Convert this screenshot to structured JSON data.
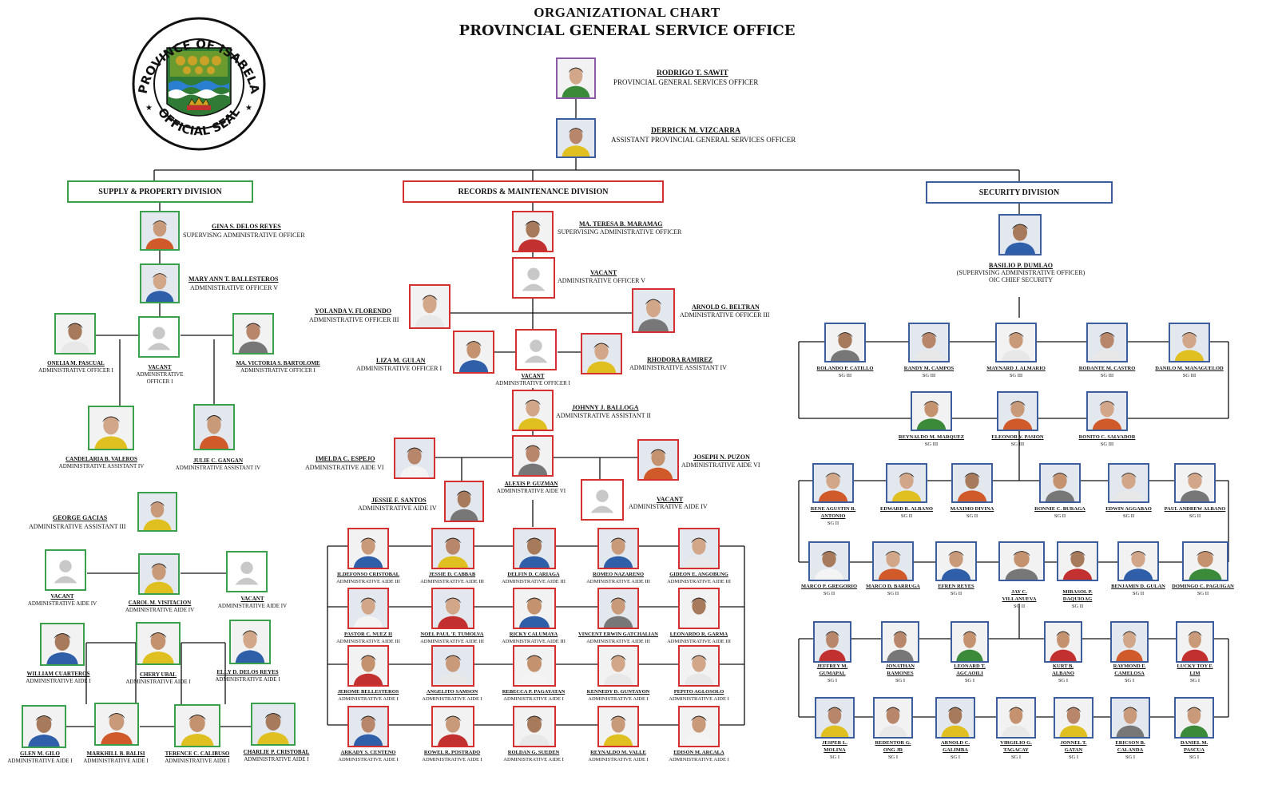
{
  "header": {
    "title": "ORGANIZATIONAL CHART",
    "subtitle": "PROVINCIAL GENERAL SERVICE OFFICE"
  },
  "seal": {
    "top_text": "PROVINCE OF ISABELA",
    "bottom_text": "OFFICIAL SEAL"
  },
  "colors": {
    "supply": "#3aa04c",
    "records": "#d43030",
    "security": "#3d5e9e",
    "head": "#8a5aa6"
  },
  "heads": [
    {
      "name": "RODRIGO T. SAWIT",
      "position": "PROVINCIAL GENERAL SERVICES OFFICER"
    },
    {
      "name": "DERRICK M. VIZCARRA",
      "position": "ASSISTANT PROVINCIAL GENERAL SERVICES OFFICER"
    }
  ],
  "divisions": {
    "supply": "SUPPLY & PROPERTY DIVISION",
    "records": "RECORDS & MAINTENANCE DIVISION",
    "security": "SECURITY DIVISION"
  },
  "supply": {
    "chief": {
      "name": "GINA S. DELOS REYES",
      "position": "SUPERVISNG ADMINISTRATIVE OFFICER"
    },
    "ao5": {
      "name": "MARY ANN T. BALLESTEROS",
      "position": "ADMINISTRATIVE OFFICER V"
    },
    "ao1_left": {
      "name": "ONELIA M. PASCUAL",
      "position": "ADMINISTRATIVE OFFICER I"
    },
    "vacant_ao1": {
      "name": "VACANT",
      "position_l1": "ADMINISTRATIVE",
      "position_l2": "OFFICER I"
    },
    "ao1_right": {
      "name": "MA. VICTORIA S. BARTOLOME",
      "position": "ADMINISTRATIVE OFFICER I"
    },
    "aa4_left": {
      "name": "CANDELARIA B. VALEROS",
      "position": "ADMINISTRATIVE ASSISTANT IV"
    },
    "aa4_right": {
      "name": "JULIE C. GANGAN",
      "position": "ADMINISTRATIVE ASSISTANT IV"
    },
    "aa3": {
      "name": "GEORGE GACIAS",
      "position": "ADMINISTRATIVE ASSISTANT III"
    },
    "aide4": [
      {
        "name": "VACANT",
        "position": "ADMINISTRATIVE AIDE IV"
      },
      {
        "name": "CAROL M. VISITACION",
        "position": "ADMINISTRATIVE AIDE IV"
      },
      {
        "name": "VACANT",
        "position": "ADMINISTRATIVE AIDE IV"
      }
    ],
    "aide1_row1": [
      {
        "name": "WILLIAM CUARTEROS",
        "position": "ADMINISTRATIVE AIDE I"
      },
      {
        "name": "CHERY UBAL",
        "position": "ADMINISTRATIVE AIDE I"
      },
      {
        "name": "ELLY D. DELOS REYES",
        "position": "ADMINISTRATIVE AIDE I"
      }
    ],
    "aide1_row2": [
      {
        "name": "GLEN M. GILO",
        "position": "ADMINISTRATIVE AIDE I"
      },
      {
        "name": "MARKHILL B. BALISI",
        "position": "ADMINISTRATIVE AIDE I"
      },
      {
        "name": "TERENCE C. CALIBUSO",
        "position": "ADMINISTRATIVE AIDE I"
      },
      {
        "name": "CHARLIE P. CRISTOBAL",
        "position": "ADMINISTRATIVE AIDE I"
      }
    ]
  },
  "records": {
    "chief": {
      "name": "MA. TERESA B. MARAMAG",
      "position": "SUPERVISING ADMINISTRATIVE OFFICER"
    },
    "ao5": {
      "name": "VACANT",
      "position": "ADMINISTRATIVE OFFICER V"
    },
    "ao3_left": {
      "name": "YOLANDA V. FLORENDO",
      "position": "ADMINISTRATIVE OFFICER III"
    },
    "ao3_right": {
      "name": "ARNOLD G. BELTRAN",
      "position": "ADMINISTRATIVE OFFICER III"
    },
    "ao1_left": {
      "name": "LIZA M. GULAN",
      "position": "ADMINISTRATIVE OFFICER I"
    },
    "vacant_ao1": {
      "name": "VACANT",
      "position": "ADMINISTRATIVE OFFICER I"
    },
    "aa4": {
      "name": "RHODORA RAMIREZ",
      "position": "ADMINISTRATIVE ASSISTANT IV"
    },
    "aa2": {
      "name": "JOHNNY J. BALLOGA",
      "position": "ADMINISTRATIVE ASSISTANT II"
    },
    "aide6_left": {
      "name": "IMELDA C. ESPEJO",
      "position": "ADMINISTRATIVE AIDE VI"
    },
    "aide6_center": {
      "name": "ALEXIS P. GUZMAN",
      "position": "ADMINISTRATIVE AIDE VI"
    },
    "aide6_right": {
      "name": "JOSEPH N. PUZON",
      "position": "ADMINISTRATIVE AIDE VI"
    },
    "aide4_left": {
      "name": "JESSIE F. SANTOS",
      "position": "ADMINISTRATIVE AIDE IV"
    },
    "aide4_right": {
      "name": "VACANT",
      "position": "ADMINISTRATIVE AIDE IV"
    },
    "grid": [
      [
        {
          "name": "ILDEFONSO CRISTOBAL",
          "position": "ADMINISTRATIVE AIDE III"
        },
        {
          "name": "JESSIE D. CABBAB",
          "position": "ADMINISTRATIVE AIDE III"
        },
        {
          "name": "DELFIN D. CARIAGA",
          "position": "ADMINISTRATIVE AIDE III"
        },
        {
          "name": "ROMEO NAZARENO",
          "position": "ADMINISTRATIVE AIDE III"
        },
        {
          "name": "GIDEON E. ANGOBUNG",
          "position": "ADMINISTRATIVE AIDE III"
        }
      ],
      [
        {
          "name": "PASTOR C. NUEZ II",
          "position": "ADMINISTRATIVE AIDE III"
        },
        {
          "name": "NOEL PAUL 'F. TUMOLVA",
          "position": "ADMINISTRATIVE AIDE III"
        },
        {
          "name": "RICKY CALUMAYA",
          "position": "ADMINISTRATIVE AIDE III"
        },
        {
          "name": "VINCENT ERWIN GATCHALIAN",
          "position": "ADMINISTRATIVE AIDE III"
        },
        {
          "name": "LEONARDO R. GARMA",
          "position": "ADMINISTRATIVE AIDE III"
        }
      ],
      [
        {
          "name": "JEROME BELLESTEROS",
          "position": "ADMINISTRATIVE AIDE I"
        },
        {
          "name": "ANGELITO SAMSON",
          "position": "ADMINISTRATIVE AIDE I"
        },
        {
          "name": "REBECCA P. PAGAYATAN",
          "position": "ADMINISTRATIVE AIDE I"
        },
        {
          "name": "KENNEDY D. GUNTAYON",
          "position": "ADMINISTRATIVE AIDE I"
        },
        {
          "name": "PEPITO AGLOSOLO",
          "position": "ADMINISTRATIVE AIDE I"
        }
      ],
      [
        {
          "name": "ARKADY S. CENTENO",
          "position": "ADMINISTRATIVE AIDE I"
        },
        {
          "name": "ROWEL R. POSTRADO",
          "position": "ADMINISTRATIVE AIDE I"
        },
        {
          "name": "ROLDAN G. SUEDEN",
          "position": "ADMINISTRATIVE AIDE I"
        },
        {
          "name": "REYNALDO M. VALLE",
          "position": "ADMINISTRATIVE AIDE I"
        },
        {
          "name": "EDISON M. ARCALA",
          "position": "ADMINISTRATIVE AIDE I"
        }
      ]
    ]
  },
  "security": {
    "chief": {
      "name": "BASILIO P. DUMLAO",
      "line2": "(SUPERVISING ADMINISTRATIVE OFFICER)",
      "line3": "OIC CHIEF SECURITY"
    },
    "sg3_row1": [
      {
        "name": "ROLANDO P. CATILLO",
        "grade": "SG III"
      },
      {
        "name": "RANDY M. CAMPOS",
        "grade": "SG III"
      },
      {
        "name": "MAYNARD J. ALMARIO",
        "grade": "SG III"
      },
      {
        "name": "RODANTE M. CASTRO",
        "grade": "SG III"
      },
      {
        "name": "DANILO M. MANAGUELOD",
        "grade": "SG III"
      }
    ],
    "sg3_row2": [
      {
        "name": "REYNALDO M. MARQUEZ",
        "grade": "SG III"
      },
      {
        "name": "ELEONOR V. PASION",
        "grade": "SG III"
      },
      {
        "name": "RONITO C. SALVADOR",
        "grade": "SG III"
      }
    ],
    "sg2_row1": [
      {
        "name": "RENE AGUSTIN B.",
        "name2": "ANTONIO",
        "grade": "SG II"
      },
      {
        "name": "EDWARD R. ALBANO",
        "grade": "SG II"
      },
      {
        "name": "MAXIMO DIVINA",
        "grade": "SG II"
      },
      {
        "name": "RONNIE C. BURAGA",
        "grade": "SG II"
      },
      {
        "name": "EDWIN AGGABAO",
        "grade": "SG II"
      },
      {
        "name": "PAUL ANDREW ALBANO",
        "grade": "SG II"
      }
    ],
    "sg2_row2": [
      {
        "name": "MARCO P. GREGORIO",
        "grade": "SG II"
      },
      {
        "name": "MARCO D. BARRUGA",
        "grade": "SG II"
      },
      {
        "name": "EFREN REYES",
        "grade": "SG II"
      },
      {
        "name": "JAY C.",
        "name2": "VILLANUEVA",
        "grade": "SG II"
      },
      {
        "name": "MIRASOL P.",
        "name2": "DAQUIOAG",
        "grade": "SG II"
      },
      {
        "name": "BENJAMIN D. GULAN",
        "grade": "SG II"
      },
      {
        "name": "DOMINGO C. PAGUIGAN",
        "grade": "SG II"
      }
    ],
    "sg1_row1": [
      {
        "name": "JEFFREY M.",
        "name2": "GUMAPAL",
        "grade": "SG I"
      },
      {
        "name": "JONATHAN",
        "name2": "RAMONES",
        "grade": "SG I"
      },
      {
        "name": "LEONARD T.",
        "name2": "AGCAOILI",
        "grade": "SG I"
      },
      {
        "name": "KURT B.",
        "name2": "ALBANO",
        "grade": "SG I"
      },
      {
        "name": "RAYMOND F.",
        "name2": "CAMELOSA",
        "grade": "SG I"
      },
      {
        "name": "LUCKY TOY F.",
        "name2": "LIM",
        "grade": "SG I"
      }
    ],
    "sg1_row2": [
      {
        "name": "JESPER L.",
        "name2": "MOLINA",
        "grade": "SG I"
      },
      {
        "name": "REDENTOR G.",
        "name2": "ONG JR",
        "grade": "SG I"
      },
      {
        "name": "ARNOLD C.",
        "name2": "GALIMBA",
        "grade": "SG I"
      },
      {
        "name": "VIRGILIO G.",
        "name2": "TAGACAY",
        "grade": "SG I"
      },
      {
        "name": "JONNEL T.",
        "name2": "GATAN",
        "grade": "SG I"
      },
      {
        "name": "ERICSON B.",
        "name2": "CALANDA",
        "grade": "SG I"
      },
      {
        "name": "DANIEL M.",
        "name2": "PASCUA",
        "grade": "SG I"
      }
    ]
  }
}
